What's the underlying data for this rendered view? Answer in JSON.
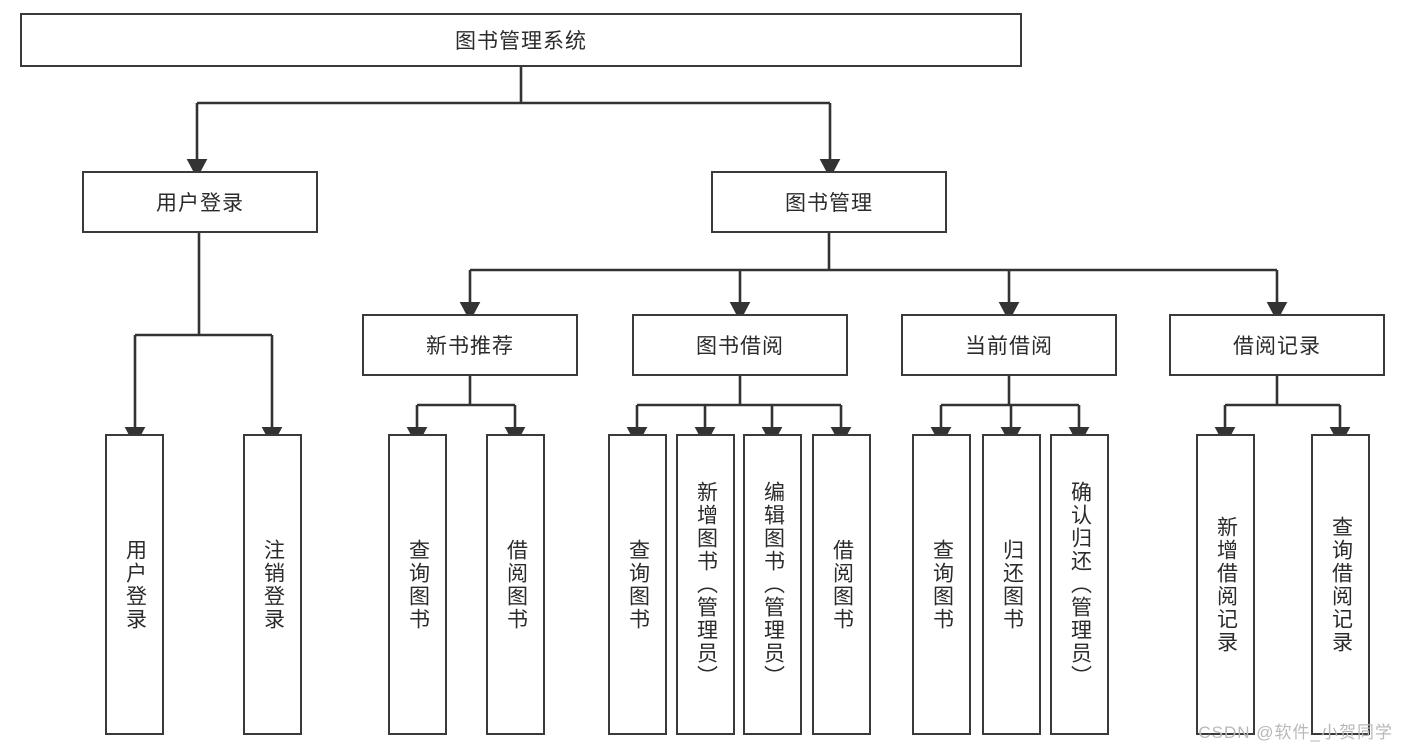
{
  "diagram": {
    "title": "图书管理系统",
    "type": "tree-hierarchy-diagram",
    "watermark": "CSDN @软件_小贺同学",
    "colors": {
      "box_border": "#3a3a3a",
      "box_fill": "#ffffff",
      "edge": "#333333",
      "text": "#2b2b2b",
      "watermark": "#b9b9b9",
      "background": "#ffffff"
    },
    "root": {
      "id": "root",
      "label": "图书管理系统"
    },
    "level2": [
      {
        "id": "user-login",
        "label": "用户登录"
      },
      {
        "id": "book-manage",
        "label": "图书管理"
      }
    ],
    "level3": [
      {
        "id": "new-book-rec",
        "label": "新书推荐",
        "parent": "book-manage"
      },
      {
        "id": "book-borrow",
        "label": "图书借阅",
        "parent": "book-manage"
      },
      {
        "id": "current-borrow",
        "label": "当前借阅",
        "parent": "book-manage"
      },
      {
        "id": "borrow-record",
        "label": "借阅记录",
        "parent": "book-manage"
      }
    ],
    "leaves": [
      {
        "id": "leaf-user-login",
        "label": "用户登录",
        "parent": "user-login"
      },
      {
        "id": "leaf-logout",
        "label": "注销登录",
        "parent": "user-login"
      },
      {
        "id": "leaf-query-book-1",
        "label": "查询图书",
        "parent": "new-book-rec"
      },
      {
        "id": "leaf-borrow-book-1",
        "label": "借阅图书",
        "parent": "new-book-rec"
      },
      {
        "id": "leaf-query-book-2",
        "label": "查询图书",
        "parent": "book-borrow"
      },
      {
        "id": "leaf-add-book",
        "label": "新增图书（管理员）",
        "parent": "book-borrow"
      },
      {
        "id": "leaf-edit-book",
        "label": "编辑图书（管理员）",
        "parent": "book-borrow"
      },
      {
        "id": "leaf-borrow-book-2",
        "label": "借阅图书",
        "parent": "book-borrow"
      },
      {
        "id": "leaf-query-book-3",
        "label": "查询图书",
        "parent": "current-borrow"
      },
      {
        "id": "leaf-return-book",
        "label": "归还图书",
        "parent": "current-borrow"
      },
      {
        "id": "leaf-confirm-return",
        "label": "确认归还（管理员）",
        "parent": "current-borrow"
      },
      {
        "id": "leaf-add-record",
        "label": "新增借阅记录",
        "parent": "borrow-record"
      },
      {
        "id": "leaf-query-record",
        "label": "查询借阅记录",
        "parent": "borrow-record"
      }
    ]
  }
}
